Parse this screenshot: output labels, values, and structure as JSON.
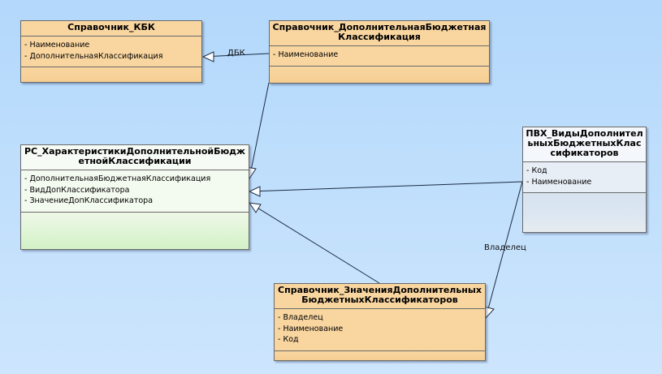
{
  "classes": {
    "kbk": {
      "title": "Справочник_КБК",
      "attrs": [
        "- Наименование",
        "- ДополнительнаяКлассификация"
      ]
    },
    "dbk": {
      "title": "Справочник_ДополнительнаяБюджетная Классификация",
      "attrs": [
        "- Наименование"
      ]
    },
    "rc": {
      "title": "РС_ХарактеристикиДополнительнойБюджетнойКлассификации",
      "attrs": [
        "- ДополнительнаяБюджетнаяКлассификация",
        "- ВидДопКлассификатора",
        "- ЗначениеДопКлассификатора"
      ]
    },
    "pvh": {
      "title": "ПВХ_ВидыДополнительныхБюджетныхКлассификаторов",
      "attrs": [
        "- Код",
        "- Наименование"
      ]
    },
    "znach": {
      "title": "Справочник_ЗначенияДополнительных БюджетныхКлассификаторов",
      "attrs": [
        "- Владелец",
        "- Наименование",
        "- Код"
      ]
    }
  },
  "links": {
    "dbk_to_kbk": "ДБК",
    "pvh_to_znach": "Владелец"
  }
}
